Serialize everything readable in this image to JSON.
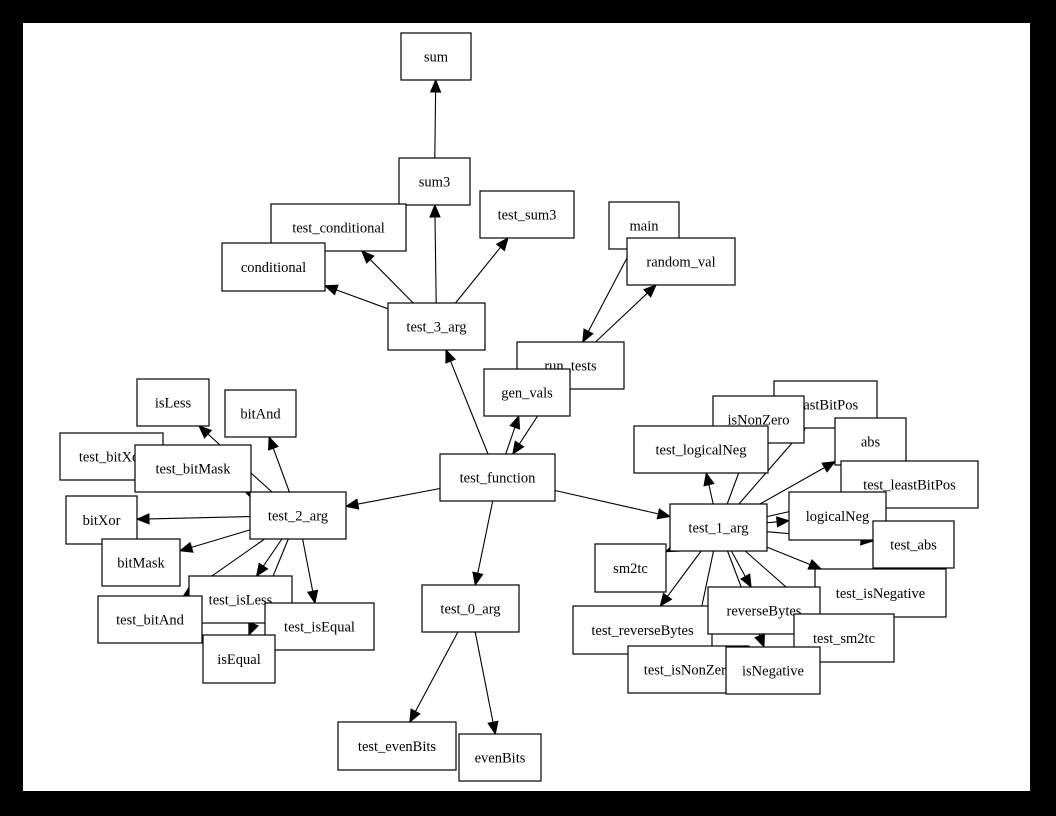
{
  "diagram": {
    "type": "call-graph",
    "nodes": [
      {
        "id": "sum",
        "label": "sum"
      },
      {
        "id": "sum3",
        "label": "sum3"
      },
      {
        "id": "test_conditional",
        "label": "test_conditional"
      },
      {
        "id": "test_sum3",
        "label": "test_sum3"
      },
      {
        "id": "conditional",
        "label": "conditional"
      },
      {
        "id": "main",
        "label": "main"
      },
      {
        "id": "random_val",
        "label": "random_val"
      },
      {
        "id": "test_3_arg",
        "label": "test_3_arg"
      },
      {
        "id": "run_tests",
        "label": "run_tests"
      },
      {
        "id": "gen_vals",
        "label": "gen_vals"
      },
      {
        "id": "isLess",
        "label": "isLess"
      },
      {
        "id": "bitAnd",
        "label": "bitAnd"
      },
      {
        "id": "test_bitXor",
        "label": "test_bitXor"
      },
      {
        "id": "test_bitMask",
        "label": "test_bitMask"
      },
      {
        "id": "test_function",
        "label": "test_function"
      },
      {
        "id": "leastBitPos",
        "label": "leastBitPos"
      },
      {
        "id": "isNonZero",
        "label": "isNonZero"
      },
      {
        "id": "test_logicalNeg",
        "label": "test_logicalNeg"
      },
      {
        "id": "abs",
        "label": "abs"
      },
      {
        "id": "test_leastBitPos",
        "label": "test_leastBitPos"
      },
      {
        "id": "test_2_arg",
        "label": "test_2_arg"
      },
      {
        "id": "bitXor",
        "label": "bitXor"
      },
      {
        "id": "bitMask",
        "label": "bitMask"
      },
      {
        "id": "test_1_arg",
        "label": "test_1_arg"
      },
      {
        "id": "logicalNeg",
        "label": "logicalNeg"
      },
      {
        "id": "test_abs",
        "label": "test_abs"
      },
      {
        "id": "sm2tc",
        "label": "sm2tc"
      },
      {
        "id": "test_isNegative",
        "label": "test_isNegative"
      },
      {
        "id": "test_isLess",
        "label": "test_isLess"
      },
      {
        "id": "test_0_arg",
        "label": "test_0_arg"
      },
      {
        "id": "test_bitAnd",
        "label": "test_bitAnd"
      },
      {
        "id": "test_isEqual",
        "label": "test_isEqual"
      },
      {
        "id": "test_reverseBytes",
        "label": "test_reverseBytes"
      },
      {
        "id": "reverseBytes",
        "label": "reverseBytes"
      },
      {
        "id": "test_sm2tc",
        "label": "test_sm2tc"
      },
      {
        "id": "isEqual",
        "label": "isEqual"
      },
      {
        "id": "test_isNonZero",
        "label": "test_isNonZero"
      },
      {
        "id": "isNegative",
        "label": "isNegative"
      },
      {
        "id": "test_evenBits",
        "label": "test_evenBits"
      },
      {
        "id": "evenBits",
        "label": "evenBits"
      }
    ],
    "edges": [
      {
        "from": "sum3",
        "to": "sum"
      },
      {
        "from": "test_3_arg",
        "to": "sum3"
      },
      {
        "from": "test_3_arg",
        "to": "test_conditional"
      },
      {
        "from": "test_3_arg",
        "to": "conditional"
      },
      {
        "from": "test_3_arg",
        "to": "test_sum3"
      },
      {
        "from": "main",
        "to": "run_tests"
      },
      {
        "from": "run_tests",
        "to": "random_val"
      },
      {
        "from": "test_function",
        "to": "gen_vals"
      },
      {
        "from": "run_tests",
        "to": "test_function"
      },
      {
        "from": "test_function",
        "to": "test_3_arg"
      },
      {
        "from": "test_function",
        "to": "test_2_arg"
      },
      {
        "from": "test_function",
        "to": "test_1_arg"
      },
      {
        "from": "test_function",
        "to": "test_0_arg"
      },
      {
        "from": "test_2_arg",
        "to": "isLess"
      },
      {
        "from": "test_2_arg",
        "to": "bitAnd"
      },
      {
        "from": "test_2_arg",
        "to": "test_bitMask"
      },
      {
        "from": "test_2_arg",
        "to": "bitXor"
      },
      {
        "from": "test_2_arg",
        "to": "bitMask"
      },
      {
        "from": "test_2_arg",
        "to": "test_bitAnd"
      },
      {
        "from": "test_2_arg",
        "to": "test_isLess"
      },
      {
        "from": "test_2_arg",
        "to": "test_isEqual"
      },
      {
        "from": "test_2_arg",
        "to": "isEqual"
      },
      {
        "from": "test_1_arg",
        "to": "test_logicalNeg"
      },
      {
        "from": "test_1_arg",
        "to": "isNonZero"
      },
      {
        "from": "test_1_arg",
        "to": "leastBitPos"
      },
      {
        "from": "test_1_arg",
        "to": "abs"
      },
      {
        "from": "test_1_arg",
        "to": "test_leastBitPos"
      },
      {
        "from": "test_1_arg",
        "to": "logicalNeg"
      },
      {
        "from": "test_1_arg",
        "to": "test_abs"
      },
      {
        "from": "test_1_arg",
        "to": "sm2tc"
      },
      {
        "from": "test_1_arg",
        "to": "test_isNegative"
      },
      {
        "from": "test_1_arg",
        "to": "test_reverseBytes"
      },
      {
        "from": "test_1_arg",
        "to": "reverseBytes"
      },
      {
        "from": "test_1_arg",
        "to": "test_sm2tc"
      },
      {
        "from": "test_1_arg",
        "to": "test_isNonZero"
      },
      {
        "from": "test_1_arg",
        "to": "isNegative"
      },
      {
        "from": "test_0_arg",
        "to": "test_evenBits"
      },
      {
        "from": "test_0_arg",
        "to": "evenBits"
      }
    ]
  }
}
